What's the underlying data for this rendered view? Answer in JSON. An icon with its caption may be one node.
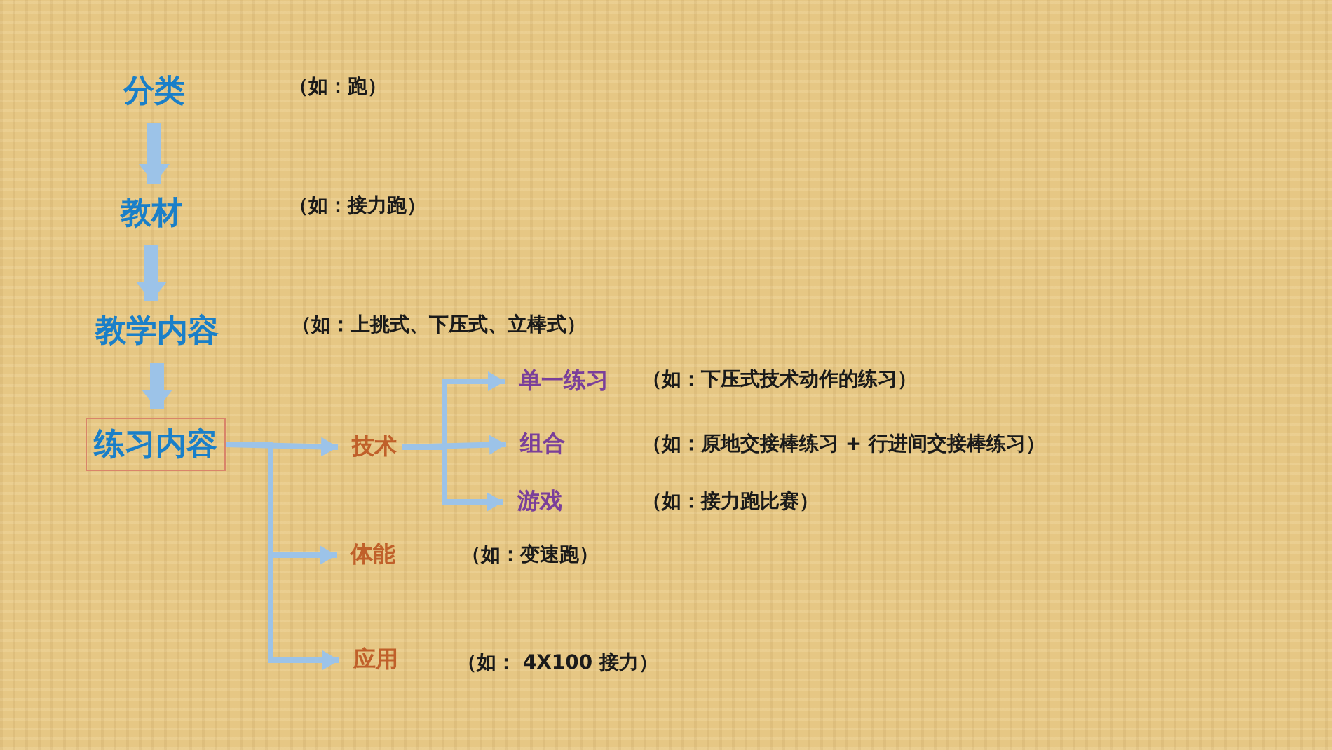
{
  "diagram": {
    "nodes": [
      {
        "text": [
          "分类"
        ]
      },
      {
        "text": [
          "教材"
        ]
      },
      {
        "text": [
          "教学内容"
        ]
      },
      {
        "text": [
          "练习内容"
        ]
      },
      {
        "text": [
          "技术"
        ]
      },
      {
        "text": [
          "单一练习"
        ]
      },
      {
        "text": [
          "组合"
        ]
      },
      {
        "text": [
          "游戏"
        ]
      },
      {
        "text": [
          "体能"
        ]
      },
      {
        "text": [
          "应用"
        ]
      }
    ],
    "edges": [
      {
        "from": 0,
        "to": 1,
        "arrow": "to",
        "style": "thick"
      },
      {
        "from": 1,
        "to": 2,
        "arrow": "to",
        "style": "thick"
      },
      {
        "from": 2,
        "to": 3,
        "arrow": "to",
        "style": "thick"
      },
      {
        "from": 3,
        "to": 4,
        "arrow": "to"
      },
      {
        "from": 3,
        "to": 8,
        "arrow": "to"
      },
      {
        "from": 3,
        "to": 9,
        "arrow": "to"
      },
      {
        "from": 4,
        "to": 5,
        "arrow": "to"
      },
      {
        "from": 4,
        "to": 6,
        "arrow": "to"
      },
      {
        "from": 4,
        "to": 7,
        "arrow": "to"
      }
    ],
    "labels": [
      "（如：跑）",
      "（如：接力跑）",
      "（如：上挑式、下压式、立棒式）",
      "（如：下压式技术动作的练习）",
      "（如：原地交接棒练习 + 行进间交接棒练习）",
      "（如：接力跑比赛）",
      "（如：变速跑）",
      "（如： 4X100 接力）"
    ]
  }
}
